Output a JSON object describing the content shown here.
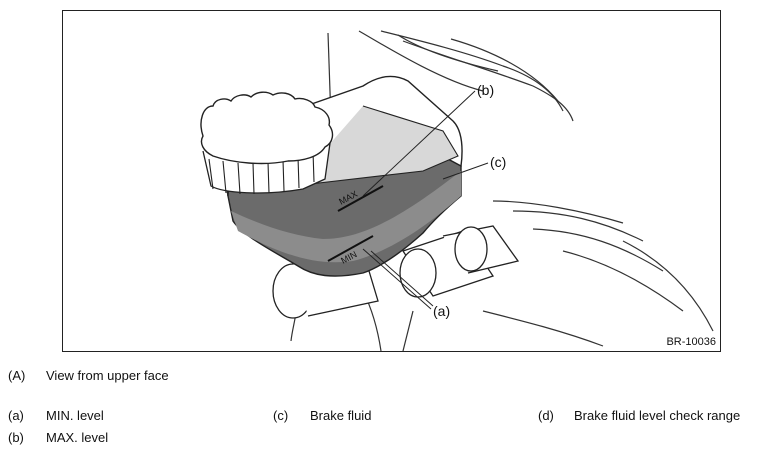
{
  "figure": {
    "code": "BR-10036",
    "callouts": {
      "a": "(a)",
      "b": "(b)",
      "c": "(c)"
    },
    "marks": {
      "max": "MAX",
      "min": "MIN"
    }
  },
  "view_note": {
    "key": "(A)",
    "text": "View from upper face"
  },
  "legend": [
    {
      "key": "(a)",
      "text": "MIN. level"
    },
    {
      "key": "(b)",
      "text": "MAX. level"
    },
    {
      "key": "(c)",
      "text": "Brake fluid"
    },
    {
      "key": "(d)",
      "text": "Brake fluid level check range"
    }
  ]
}
